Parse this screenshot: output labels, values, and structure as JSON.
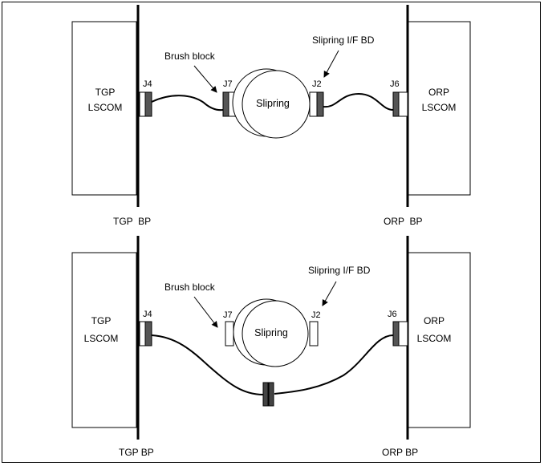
{
  "diagrams": [
    {
      "left_board": {
        "line1": "TGP",
        "line2": "LSCOM"
      },
      "right_board": {
        "line1": "ORP",
        "line2": "LSCOM"
      },
      "left_backplane": "TGP  BP",
      "right_backplane": "ORP  BP",
      "connectors": {
        "left": "J4",
        "brush": "J7",
        "slipring_bd": "J2",
        "right": "J6"
      },
      "slipring": "Slipring",
      "brush_block": "Brush block",
      "slipring_if_bd": "Slipring I/F BD"
    },
    {
      "left_board": {
        "line1": "TGP",
        "line2": "LSCOM"
      },
      "right_board": {
        "line1": "ORP",
        "line2": "LSCOM"
      },
      "left_backplane": "TGP BP",
      "right_backplane": "ORP BP",
      "connectors": {
        "left": "J4",
        "brush": "J7",
        "slipring_bd": "J2",
        "right": "J6"
      },
      "slipring": "Slipring",
      "brush_block": "Brush block",
      "slipring_if_bd": "Slipring I/F BD"
    }
  ]
}
